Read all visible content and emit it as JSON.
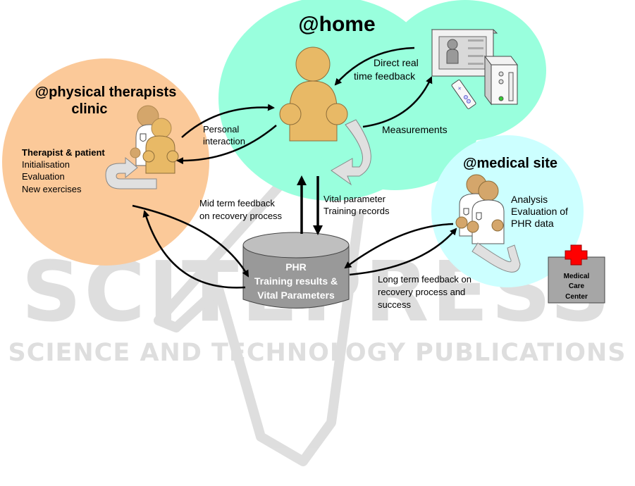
{
  "watermark": {
    "brand": "SCITEPRESS",
    "tagline": "SCIENCE AND TECHNOLOGY PUBLICATIONS"
  },
  "zones": {
    "clinic": {
      "title_line1": "@physical therapists",
      "title_line2": "clinic",
      "role": "Therapist & patient",
      "tasks": [
        "Initialisation",
        "Evaluation",
        "New exercises"
      ],
      "color": "#fbc999"
    },
    "home": {
      "title": "@home",
      "color": "#99ffdd"
    },
    "medical": {
      "title": "@medical site",
      "tasks": [
        "Analysis",
        "Evaluation of",
        "PHR data"
      ],
      "color": "#ccffff"
    }
  },
  "database": {
    "line1": "PHR",
    "line2": "Training results &",
    "line3": "Vital Parameters",
    "color": "#a6a6a6"
  },
  "medical_care_center": {
    "line1": "Medical",
    "line2": "Care",
    "line3": "Center",
    "cross_color": "#ff0000"
  },
  "flows": {
    "personal_interaction": [
      "Personal",
      "interaction"
    ],
    "direct_feedback": [
      "Direct real",
      "time feedback"
    ],
    "measurements": "Measurements",
    "vital_records": [
      "Vital parameter",
      "Training records"
    ],
    "mid_term": [
      "Mid term feedback",
      "on recovery process"
    ],
    "long_term": [
      "Long term feedback on",
      "recovery process and",
      "success"
    ]
  },
  "colors": {
    "person_tan": "#e8b966",
    "person_brown": "#d4a66b",
    "loop_arrow": "#e0e0e0"
  }
}
